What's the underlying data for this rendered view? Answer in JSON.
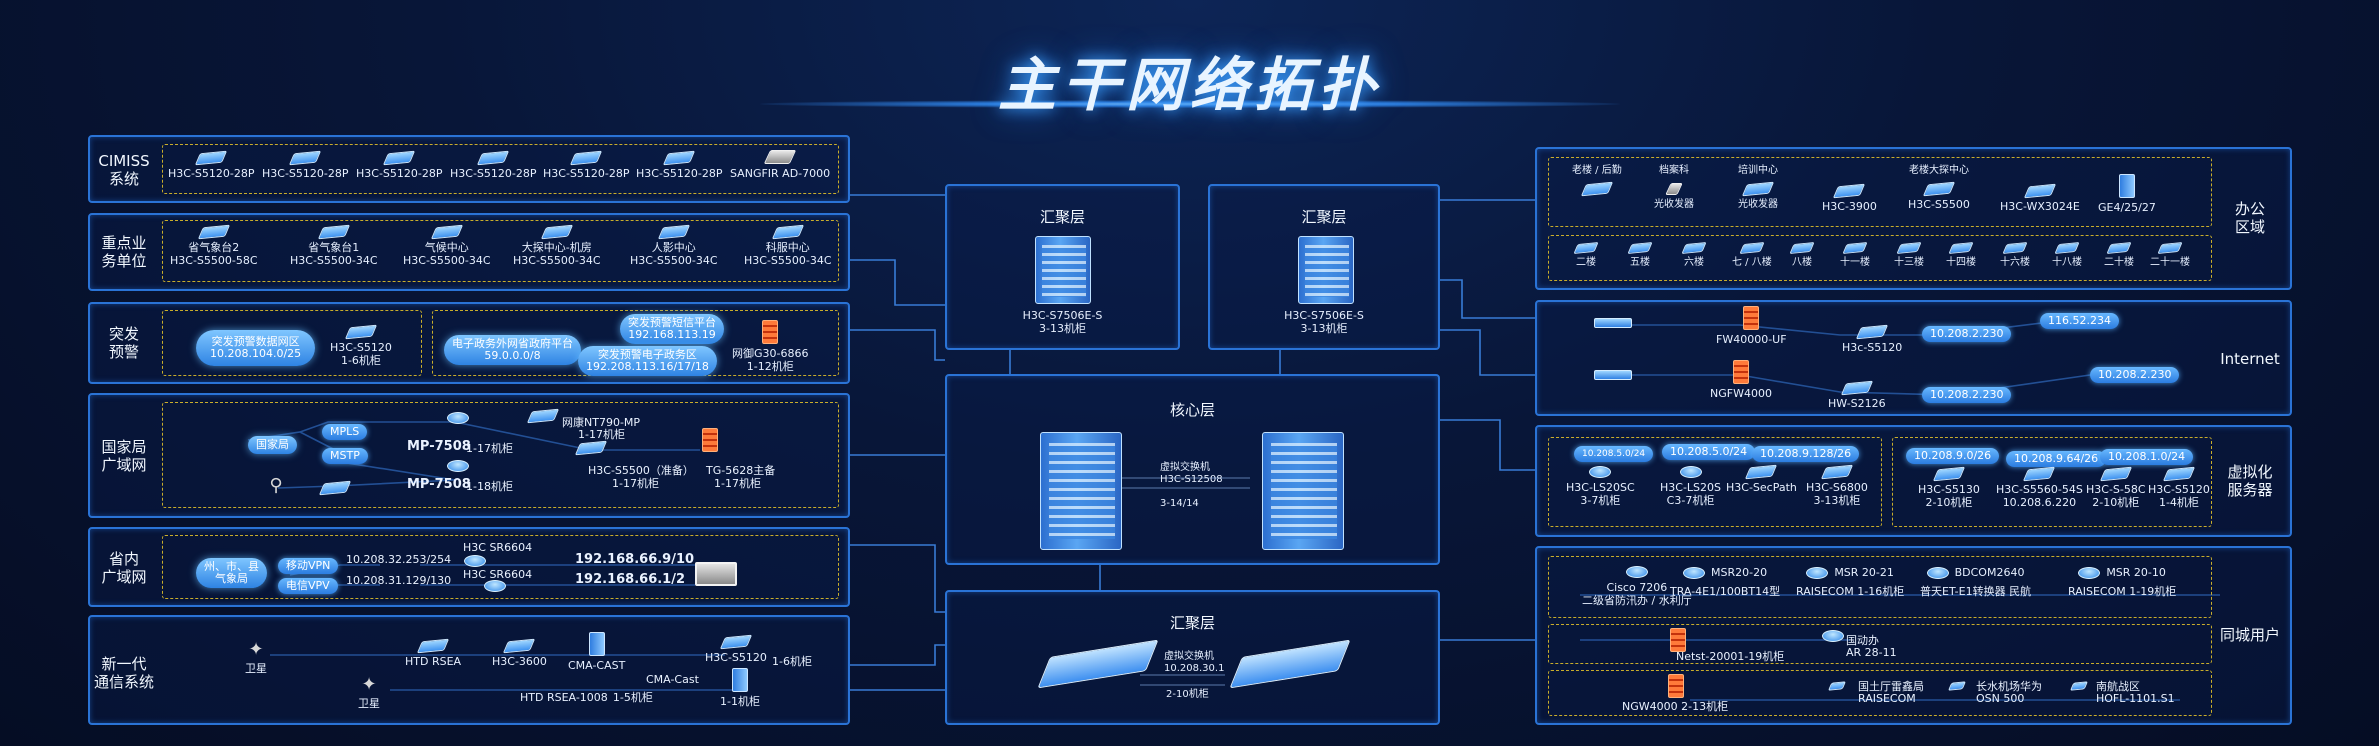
{
  "title": "主干网络拓扑",
  "left_panels": {
    "cimiss": {
      "label": "CIMISS\n系统",
      "devices": [
        "H3C-S5120-28P",
        "H3C-S5120-28P",
        "H3C-S5120-28P",
        "H3C-S5120-28P",
        "H3C-S5120-28P",
        "H3C-S5120-28P"
      ],
      "sangfor": "SANGFIR AD-7000"
    },
    "key_units": {
      "label": "重点业\n务单位",
      "devices": [
        {
          "name": "省气象台2",
          "model": "H3C-S5500-58C"
        },
        {
          "name": "省气象台1",
          "model": "H3C-S5500-34C"
        },
        {
          "name": "气候中心",
          "model": "H3C-S5500-34C"
        },
        {
          "name": "大探中心-机房",
          "model": "H3C-S5500-34C"
        },
        {
          "name": "人影中心",
          "model": "H3C-S5500-34C"
        },
        {
          "name": "科服中心",
          "model": "H3C-S5500-34C"
        }
      ]
    },
    "emergency": {
      "label": "突发\n预警",
      "cloud1": "突发预警数据网区\n10.208.104.0/25",
      "sw_model": "H3C-S5120",
      "sw_rack": "1-6机柜",
      "cloud2": "电子政务外网省政府平台\n59.0.0.0/8",
      "cloud3": "突发预警短信平台\n192.168.113.19",
      "cloud4": "突发预警电子政务区\n192.208.113.16/17/18",
      "fw_model": "网御G30-6866",
      "fw_rack": "1-12机柜"
    },
    "national_wan": {
      "label": "国家局\n广域网",
      "cloud": "国家局",
      "mpls": "MPLS",
      "mstp": "MSTP",
      "r1": "MP-7508",
      "r1_rack": "1-17机柜",
      "r2": "MP-7508",
      "r2_rack": "1-18机柜",
      "nt": "网康NT790-MP",
      "nt_rack": "1-17机柜",
      "sw": "H3C-S5500（准备）",
      "sw_rack": "1-17机柜",
      "tg": "TG-5628主备",
      "tg_rack": "1-17机柜"
    },
    "prov_wan": {
      "label": "省内\n广域网",
      "cloud": "州、市、县\n气象局",
      "vpn1": "移动VPN",
      "vpn2": "电信VPV",
      "ip1": "10.208.32.253/254",
      "ip2": "10.208.31.129/130",
      "r1": "H3C SR6604",
      "r2": "H3C SR6604",
      "ipr1": "192.168.66.9/10",
      "ipr2": "192.168.66.1/2"
    },
    "new_gen": {
      "label": "新一代\n通信系统",
      "sat1": "卫星",
      "sat2": "卫星",
      "d1": "HTD RSEA",
      "d2": "H3C-3600",
      "d3": "CMA-CAST",
      "d4": "H3C-S5120",
      "d4_rack": "1-6机柜",
      "d5": "CMA-Cast",
      "d5_rack": "1-1机柜",
      "d6": "HTD RSEA-1008",
      "d6_rack": "1-5机柜"
    }
  },
  "center": {
    "agg1": {
      "title": "汇聚层",
      "model": "H3C-S7506E-S",
      "rack": "3-13机柜"
    },
    "agg2": {
      "title": "汇聚层",
      "model": "H3C-S7506E-S",
      "rack": "3-13机柜"
    },
    "core": {
      "title": "核心层",
      "vsw": "虚拟交换机",
      "model": "H3C-S12508",
      "rack": "3-14/14"
    },
    "agg3": {
      "title": "汇聚层",
      "vsw": "虚拟交换机",
      "ip": "10.208.30.1",
      "rack": "2-10机柜"
    }
  },
  "right_panels": {
    "office": {
      "label": "办公\n区域",
      "row1": [
        {
          "name": "老楼 / 后勤",
          "model": ""
        },
        {
          "name": "档案科",
          "model": "光收发器"
        },
        {
          "name": "培训中心",
          "model": "光收发器"
        },
        {
          "name": "",
          "model": "H3C-3900"
        },
        {
          "name": "老楼大探中心",
          "model": "H3C-S5500"
        },
        {
          "name": "",
          "model": "H3C-WX3024E"
        },
        {
          "name": "",
          "model": "GE4/25/27"
        }
      ],
      "row2": [
        "二楼",
        "五楼",
        "六楼",
        "七 / 八楼",
        "八楼",
        "十一楼",
        "十三楼",
        "十四楼",
        "十六楼",
        "十八楼",
        "二十楼",
        "二十一楼"
      ]
    },
    "internet": {
      "label": "Internet",
      "fw1": "FW40000-UF",
      "sw1": "H3c-S5120",
      "ip1": "10.208.2.230",
      "ip_pub": "116.52.234",
      "fw2": "NGFW4000",
      "sw2": "HW-S2126",
      "ip2": "10.208.2.230",
      "ip3": "10.208.2.230"
    },
    "virtual": {
      "label": "虚拟化\n服务器",
      "g1": [
        {
          "net": "10.208.5.0/24",
          "model": "H3C-LS20SC",
          "rack": "3-7机柜"
        },
        {
          "net": "10.208.5.0/24",
          "model": "H3C-LS20S",
          "rack": "C3-7机柜"
        },
        {
          "net": "10.208.9.128/26",
          "model": "H3C-SecPath",
          "rack": ""
        },
        {
          "net": "",
          "model": "H3C-S6800",
          "rack": "3-13机柜"
        }
      ],
      "g2": [
        {
          "net": "10.208.9.0/26",
          "model": "H3C-S5130",
          "rack": "2-10机柜"
        },
        {
          "net": "10.208.9.64/26",
          "model": "H3C-S5560-54S",
          "rack": "10.208.6.220"
        },
        {
          "net": "10.208.1.0/24",
          "model": "H3C-S-58C",
          "rack": "2-10机柜"
        },
        {
          "net": "",
          "model": "H3C-S5120",
          "rack": "1-4机柜"
        }
      ]
    },
    "metro": {
      "label": "同城用户",
      "r1": [
        {
          "name": "Cisco 7206",
          "desc": "二级省防汛办 / 水利厅"
        },
        {
          "name": "MSR20-20",
          "desc": "TRA-4E1/100BT14型"
        },
        {
          "name": "MSR 20-21",
          "desc": "RAISECOM 1-16机柜"
        },
        {
          "name": "BDCOM2640",
          "desc": "普天ET-E1转换器 民航"
        },
        {
          "name": "MSR 20-10",
          "desc": "RAISECOM 1-19机柜"
        }
      ],
      "r2": {
        "fw": "Netst-20001-19机柜",
        "router": "国动办",
        "router_model": "AR 28-11"
      },
      "r3": {
        "fw": "NGW4000 2-13机柜",
        "d1": "国土厅雷鑫局",
        "d1m": "RAISECOM",
        "d2": "长水机场华为",
        "d2m": "OSN 500",
        "d3": "南航战区",
        "d3m": "HOFL-1101.S1"
      }
    }
  }
}
